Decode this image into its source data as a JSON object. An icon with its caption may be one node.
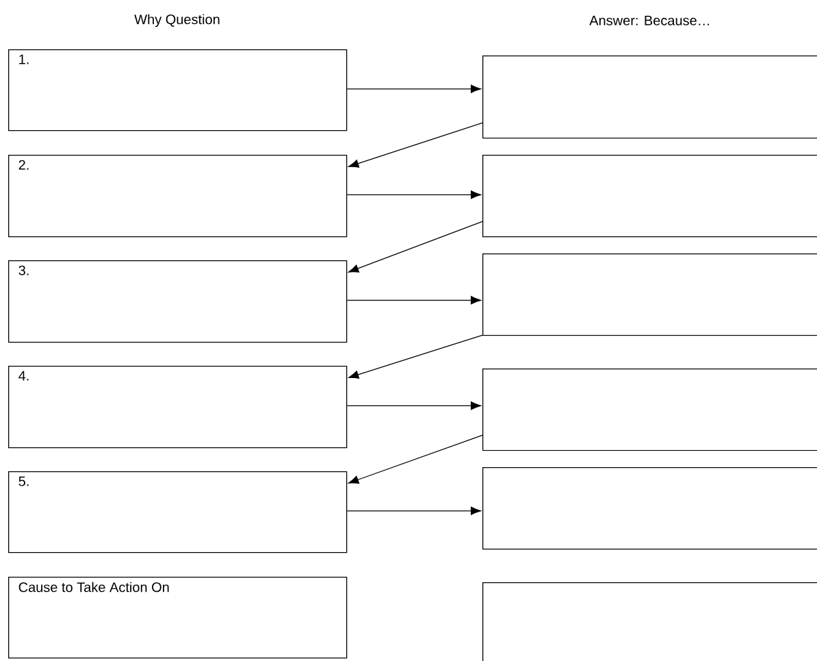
{
  "diagram": {
    "nodes": [
      {
        "text": [
          "1."
        ]
      },
      {
        "text": [],
        "shape": "box"
      },
      {
        "text": [
          "2."
        ]
      },
      {
        "text": [],
        "shape": "box"
      },
      {
        "text": [
          "3."
        ]
      },
      {
        "text": [],
        "shape": "box"
      },
      {
        "text": [
          "4."
        ]
      },
      {
        "text": [],
        "shape": "box"
      },
      {
        "text": [
          "5."
        ]
      },
      {
        "text": [],
        "shape": "box"
      },
      {
        "text": [
          "Cause to Take Action On"
        ]
      },
      {
        "text": [],
        "shape": "box"
      }
    ],
    "edges": [
      {
        "from": 0,
        "to": 1,
        "arrow": "to"
      },
      {
        "from": 1,
        "to": 2,
        "arrow": "to"
      },
      {
        "from": 2,
        "to": 3,
        "arrow": "to"
      },
      {
        "from": 3,
        "to": 4,
        "arrow": "to"
      },
      {
        "from": 4,
        "to": 5,
        "arrow": "to"
      },
      {
        "from": 5,
        "to": 6,
        "arrow": "to"
      },
      {
        "from": 6,
        "to": 7,
        "arrow": "to"
      },
      {
        "from": 7,
        "to": 8,
        "arrow": "to"
      },
      {
        "from": 8,
        "to": 9,
        "arrow": "to"
      }
    ],
    "labels": [
      "Why Question",
      "Answer: Because…"
    ]
  }
}
